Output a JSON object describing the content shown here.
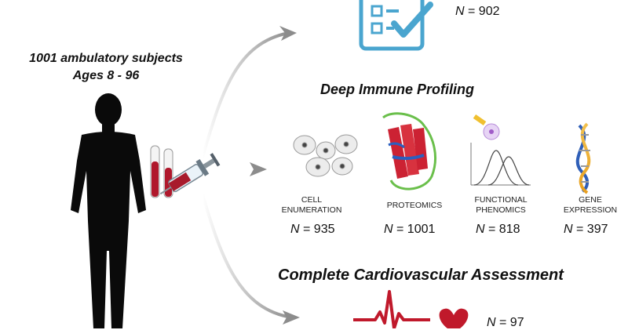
{
  "subjects": {
    "line1": "1001 ambulatory subjects",
    "line2": "Ages 8 - 96"
  },
  "survey": {
    "n_label": "N",
    "n_value": "= 902"
  },
  "deep_profiling": {
    "title": "Deep Immune Profiling",
    "items": [
      {
        "label_line1": "CELL",
        "label_line2": "ENUMERATION",
        "n_label": "N",
        "n_value": "= 935"
      },
      {
        "label_line1": "PROTEOMICS",
        "label_line2": "",
        "n_label": "N",
        "n_value": "= 1001"
      },
      {
        "label_line1": "FUNCTIONAL",
        "label_line2": "PHENOMICS",
        "n_label": "N",
        "n_value": "= 818"
      },
      {
        "label_line1": "GENE",
        "label_line2": "EXPRESSION",
        "n_label": "N",
        "n_value": "= 397"
      }
    ]
  },
  "cardio": {
    "title": "Complete Cardiovascular Assessment",
    "n_label": "N",
    "n_value": "= 97"
  },
  "colors": {
    "arrow": "#9a9a9a",
    "checklist": "#4aa5cf",
    "blood": "#b0182c",
    "silhouette": "#0a0a0a"
  },
  "icons": [
    "checklist-icon",
    "person-silhouette-icon",
    "blood-tubes-icon",
    "syringe-icon",
    "cells-icon",
    "protein-icon",
    "histogram-icon",
    "dna-icon",
    "ecg-heart-icon"
  ]
}
